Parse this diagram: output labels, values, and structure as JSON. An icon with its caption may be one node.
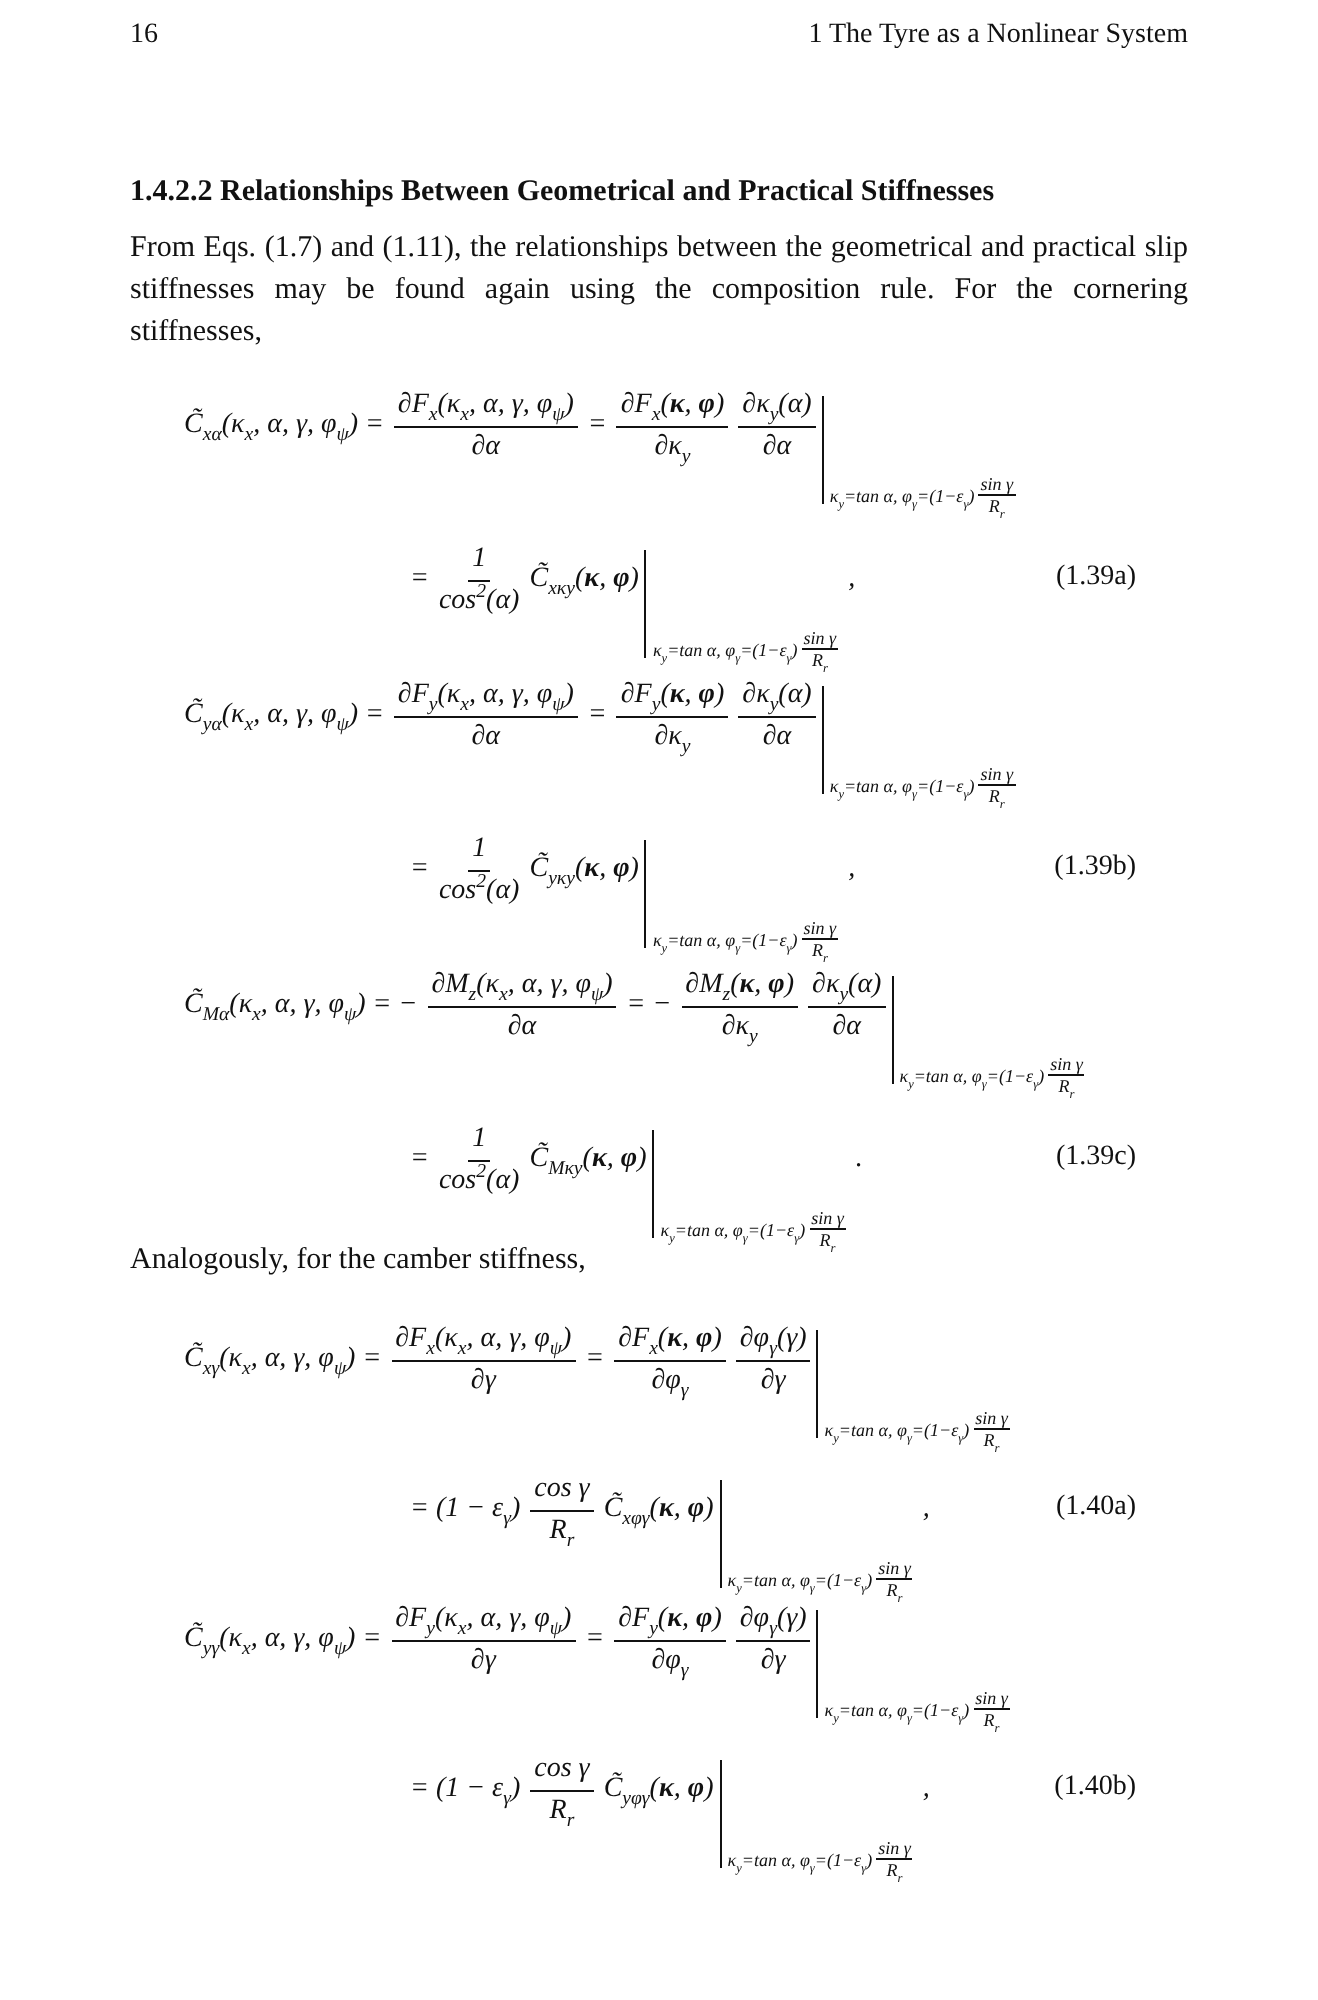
{
  "diagram": {
    "title": "1.4.2.2 Relationships Between Geometrical and Practical Stiffnesses",
    "labels": [
      "16",
      "1 The Tyre as a Nonlinear System",
      "From Eqs. (1.7) and (1.11), the relationships between the geometrical and practical slip stiffnesses may be found again using the composition rule. For the cornering stiffnesses,",
      "C̃$_{xα}$(κ$_{x}$, α, γ, φ$_{ψ}$) =",
      "∂F$_{x}$(κ$_{x}$, α, γ, φ$_{ψ}$)",
      "∂α",
      "=",
      "∂F$_{x}$(**κ**, **φ**)",
      "∂κ$_{y}$",
      "∂κ$_{y}$(α)",
      "∂α",
      "κ$_{y}$=tan α, φ$_{γ}$=(1−ε$_{γ}$)",
      "sin γ",
      "R$_{r}$",
      "=",
      "1",
      "cos$^{2}$(α)",
      "C̃$_{xκy}$(**κ**, **φ**)",
      "κ$_{y}$=tan α, φ$_{γ}$=(1−ε$_{γ}$)",
      "sin γ",
      "R$_{r}$",
      ",",
      "(1.39a)",
      "C̃$_{yα}$(κ$_{x}$, α, γ, φ$_{ψ}$) =",
      "∂F$_{y}$(κ$_{x}$, α, γ, φ$_{ψ}$)",
      "∂α",
      "=",
      "∂F$_{y}$(**κ**, **φ**)",
      "∂κ$_{y}$",
      "∂κ$_{y}$(α)",
      "∂α",
      "κ$_{y}$=tan α, φ$_{γ}$=(1−ε$_{γ}$)",
      "sin γ",
      "R$_{r}$",
      "=",
      "1",
      "cos$^{2}$(α)",
      "C̃$_{yκy}$(**κ**, **φ**)",
      "κ$_{y}$=tan α, φ$_{γ}$=(1−ε$_{γ}$)",
      "sin γ",
      "R$_{r}$",
      ",",
      "(1.39b)",
      "C̃$_{Mα}$(κ$_{x}$, α, γ, φ$_{ψ}$) = −",
      "∂M$_{z}$(κ$_{x}$, α, γ, φ$_{ψ}$)",
      "∂α",
      "= −",
      "∂M$_{z}$(**κ**, **φ**)",
      "∂κ$_{y}$",
      "∂κ$_{y}$(α)",
      "∂α",
      "κ$_{y}$=tan α, φ$_{γ}$=(1−ε$_{γ}$)",
      "sin γ",
      "R$_{r}$",
      "=",
      "1",
      "cos$^{2}$(α)",
      "C̃$_{Mκy}$(**κ**, **φ**)",
      "κ$_{y}$=tan α, φ$_{γ}$=(1−ε$_{γ}$)",
      "sin γ",
      "R$_{r}$",
      ".",
      "(1.39c)",
      "Analogously, for the camber stiffness,",
      "C̃$_{xγ}$(κ$_{x}$, α, γ, φ$_{ψ}$) =",
      "∂F$_{x}$(κ$_{x}$, α, γ, φ$_{ψ}$)",
      "∂γ",
      "=",
      "∂F$_{x}$(**κ**, **φ**)",
      "∂φ$_{γ}$",
      "∂φ$_{γ}$(γ)",
      "∂γ",
      "κ$_{y}$=tan α, φ$_{γ}$=(1−ε$_{γ}$)",
      "sin γ",
      "R$_{r}$",
      "= (1 − ε$_{γ}$)",
      "cos γ",
      "R$_{r}$",
      "C̃$_{xφγ}$(**κ**, **φ**)",
      "κ$_{y}$=tan α, φ$_{γ}$=(1−ε$_{γ}$)",
      "sin γ",
      "R$_{r}$",
      ",",
      "(1.40a)",
      "C̃$_{yγ}$(κ$_{x}$, α, γ, φ$_{ψ}$) =",
      "∂F$_{y}$(κ$_{x}$, α, γ, φ$_{ψ}$)",
      "∂γ",
      "=",
      "∂F$_{y}$(**κ**, **φ**)",
      "∂φ$_{γ}$",
      "∂φ$_{γ}$(γ)",
      "∂γ",
      "κ$_{y}$=tan α, φ$_{γ}$=(1−ε$_{γ}$)",
      "sin γ",
      "R$_{r}$",
      "= (1 − ε$_{γ}$)",
      "cos γ",
      "R$_{r}$",
      "C̃$_{yφγ}$(**κ**, **φ**)",
      "κ$_{y}$=tan α, φ$_{γ}$=(1−ε$_{γ}$)",
      "sin γ",
      "R$_{r}$",
      ",",
      "(1.40b)"
    ]
  }
}
